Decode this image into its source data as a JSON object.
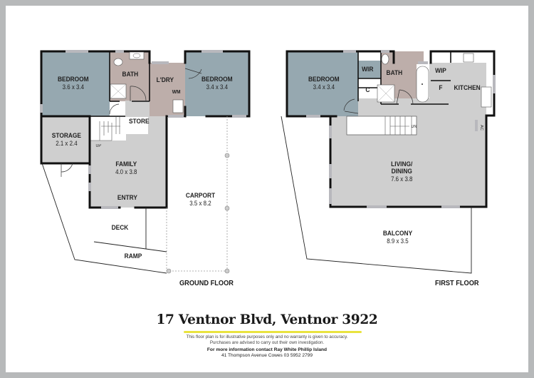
{
  "ground_floor": {
    "title": "GROUND FLOOR",
    "rooms": [
      {
        "name": "BEDROOM",
        "dims": "3.6 x 3.4"
      },
      {
        "name": "BATH",
        "dims": ""
      },
      {
        "name": "L'DRY",
        "dims": ""
      },
      {
        "name": "BEDROOM",
        "dims": "3.4 x 3.4"
      },
      {
        "name": "STORE",
        "dims": ""
      },
      {
        "name": "STORAGE",
        "dims": "2.1 x 2.4"
      },
      {
        "name": "FAMILY",
        "dims": "4.0 x 3.8"
      },
      {
        "name": "ENTRY",
        "dims": ""
      },
      {
        "name": "CARPORT",
        "dims": "3.5 x 8.2"
      },
      {
        "name": "DECK",
        "dims": ""
      },
      {
        "name": "RAMP",
        "dims": ""
      }
    ],
    "fixtures": {
      "wm": "WM",
      "up": "UP"
    }
  },
  "first_floor": {
    "title": "FIRST FLOOR",
    "rooms": [
      {
        "name": "BEDROOM",
        "dims": "3.4 x 3.4"
      },
      {
        "name": "WIR",
        "dims": ""
      },
      {
        "name": "C",
        "dims": ""
      },
      {
        "name": "BATH",
        "dims": ""
      },
      {
        "name": "WIP",
        "dims": ""
      },
      {
        "name": "F",
        "dims": ""
      },
      {
        "name": "KITCHEN",
        "dims": ""
      },
      {
        "name": "LIVING/",
        "dims": ""
      },
      {
        "name": "DINING",
        "dims": "7.6 x 3.8"
      },
      {
        "name": "BALCONY",
        "dims": "8.9 x 3.5"
      }
    ],
    "fixtures": {
      "dn": "DN",
      "ac": "AC"
    }
  },
  "footer": {
    "address": "17 Ventnor Blvd, Ventnor 3922",
    "disclaimer_1": "This floor plan is for illustrative purposes only and no warranty is given to accuracy.",
    "disclaimer_2": "Purchases are advised to carry out their own investigation.",
    "contact_1": "For more information contact Ray White Phillip Island",
    "contact_2": "41 Thompson Avenue Cowes 03 5952 2799"
  },
  "colors": {
    "bedroom": "#96a8b0",
    "wet": "#bdaeaa",
    "living": "#cfcfcf",
    "accent_underline": "#e9e33f",
    "frame": "#b7b9ba"
  }
}
